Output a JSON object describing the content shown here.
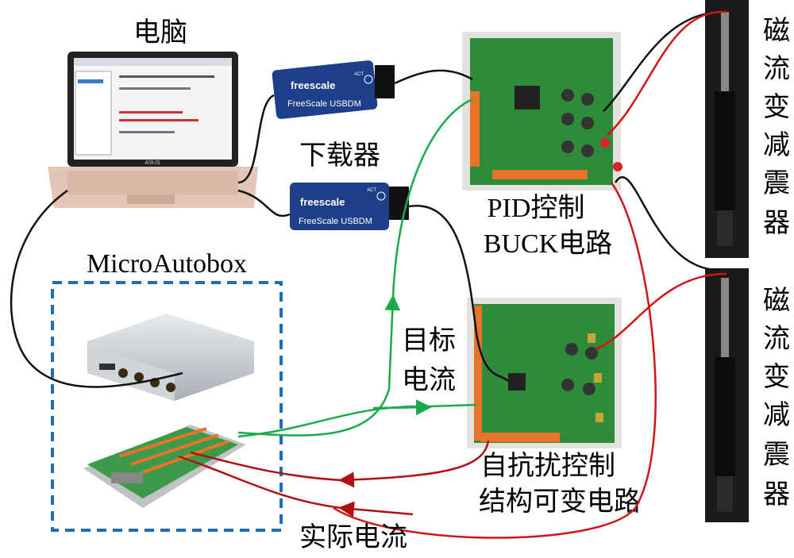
{
  "labels": {
    "computer": "电脑",
    "downloader": "下载器",
    "pid_board_line1": "PID控制",
    "pid_board_line2": "BUCK电路",
    "damper_chars": [
      "磁",
      "流",
      "变",
      "减",
      "震",
      "器"
    ],
    "microautobox": "MicroAutobox",
    "target_current_line1": "目标",
    "target_current_line2": "电流",
    "adrc_board_line1": "自抗扰控制",
    "adrc_board_line2": "结构可变电路",
    "actual_current": "实际电流"
  },
  "downloader_device": {
    "brand": "freescale",
    "model": "FreeScale USBDM",
    "led_label": "ACT"
  },
  "laptop_brand": "ASUS",
  "colors": {
    "target_wire": "#1aaa4a",
    "actual_wire": "#b01010",
    "dashed_box": "#1f6fb5",
    "usbdm_blue": "#1d3f8a",
    "pcb_green": "#2e8b3a"
  }
}
